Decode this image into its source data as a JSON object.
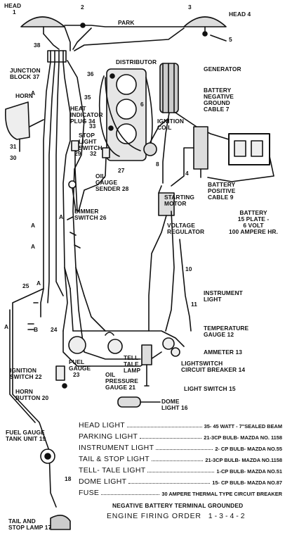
{
  "labels": {
    "head_1_name": "HEAD",
    "head_1_num": "1",
    "head_4": "HEAD 4",
    "park": "PARK",
    "n2": "2",
    "n3": "3",
    "n5": "5",
    "n38": "38",
    "junction": "JUNCTION",
    "junction_block": "BLOCK 37",
    "horn": "HORN",
    "distributor": "DISTRIBUTOR",
    "generator": "GENERATOR",
    "n36": "36",
    "n35": "35",
    "n6": "6",
    "heat_indicator_1": "HEAT",
    "heat_indicator_2": "INDICATOR",
    "heat_indicator_3": "PLUG 34",
    "n33": "33",
    "stop_1": "STOP",
    "stop_2": "LIGHT",
    "stop_3": "SWITCH",
    "n29": "29",
    "n32": "32",
    "n27": "27",
    "n31": "31",
    "n30": "30",
    "ignition_1": "IGNITION",
    "ignition_2": "COIL",
    "n8": "8",
    "bneg_1": "BATTERY",
    "bneg_2": "NEGATIVE",
    "bneg_3": "GROUND",
    "bneg_4": "CABLE 7",
    "oil_sender_1": "OIL",
    "oil_sender_2": "GAUGE",
    "oil_sender_3": "SENDER 28",
    "starting_1": "STARTING",
    "starting_2": "MOTOR",
    "bpos_1": "BATTERY",
    "bpos_2": "POSITIVE",
    "bpos_3": "CABLE 9",
    "batt_1": "BATTERY",
    "batt_2": "15 PLATE -",
    "batt_3": "6 VOLT",
    "batt_4": "100 AMPERE HR.",
    "dimmer_1": "DIMMER",
    "dimmer_2": "SWITCH 26",
    "volt_1": "VOLTAGE",
    "volt_2": "REGULATOR",
    "a1": "A",
    "a2": "A",
    "a3": "A",
    "a4": "A",
    "a5": "A",
    "a6": "A",
    "b1": "B",
    "n4a": "4",
    "n10": "10",
    "n11": "11",
    "n25": "25",
    "n24": "24",
    "inst_1": "INSTRUMENT",
    "inst_2": "LIGHT",
    "temp_1": "TEMPERATURE",
    "temp_2": "GAUGE 12",
    "ammeter": "AMMETER 13",
    "ls_cb_1": "LIGHTSWITCH",
    "ls_cb_2": "CIRCUIT BREAKER 14",
    "light_switch": "LIGHT SWITCH 15",
    "fuel_1": "FUEL",
    "fuel_2": "GAUGE",
    "fuel_3": "23",
    "tell_1": "TELL",
    "tell_2": "TALE",
    "tell_3": "LAMP",
    "ign_sw_1": "IGNITION",
    "ign_sw_2": "SWITCH 22",
    "oilp_1": "OIL",
    "oilp_2": "PRESSURE",
    "oilp_3": "GAUGE 21",
    "hornb_1": "HORN",
    "hornb_2": "BUTTON 20",
    "dome_1": "DOME",
    "dome_2": "LIGHT 16",
    "fuel_tank_1": "FUEL GAUGE",
    "fuel_tank_2": "TANK UNIT 19",
    "n18": "18",
    "tail_1": "TAIL AND",
    "tail_2": "STOP LAMP 17"
  },
  "legend": [
    {
      "name": "HEAD LIGHT",
      "spec": "35- 45 WATT - 7\"SEALED BEAM"
    },
    {
      "name": "PARKING LIGHT",
      "spec": "21-3CP BULB- MAZDA NO. 1158"
    },
    {
      "name": "INSTRUMENT LIGHT",
      "spec": "2- CP BULB- MAZDA NO.55"
    },
    {
      "name": "TAIL & STOP LIGHT",
      "spec": "21-3CP BULB- MAZDA NO.1158"
    },
    {
      "name": "TELL- TALE LIGHT",
      "spec": "1-CP BULB- MAZDA NO.51"
    },
    {
      "name": "DOME LIGHT",
      "spec": "15- CP BULB- MAZDA NO.87"
    },
    {
      "name": "FUSE",
      "spec": "30 AMPERE THERMAL TYPE CIRCUIT BREAKER"
    }
  ],
  "footer": {
    "note": "NEGATIVE BATTERY TERMINAL GROUNDED",
    "firing_label": "ENGINE FIRING ORDER",
    "firing_order": "1-3-4-2"
  }
}
